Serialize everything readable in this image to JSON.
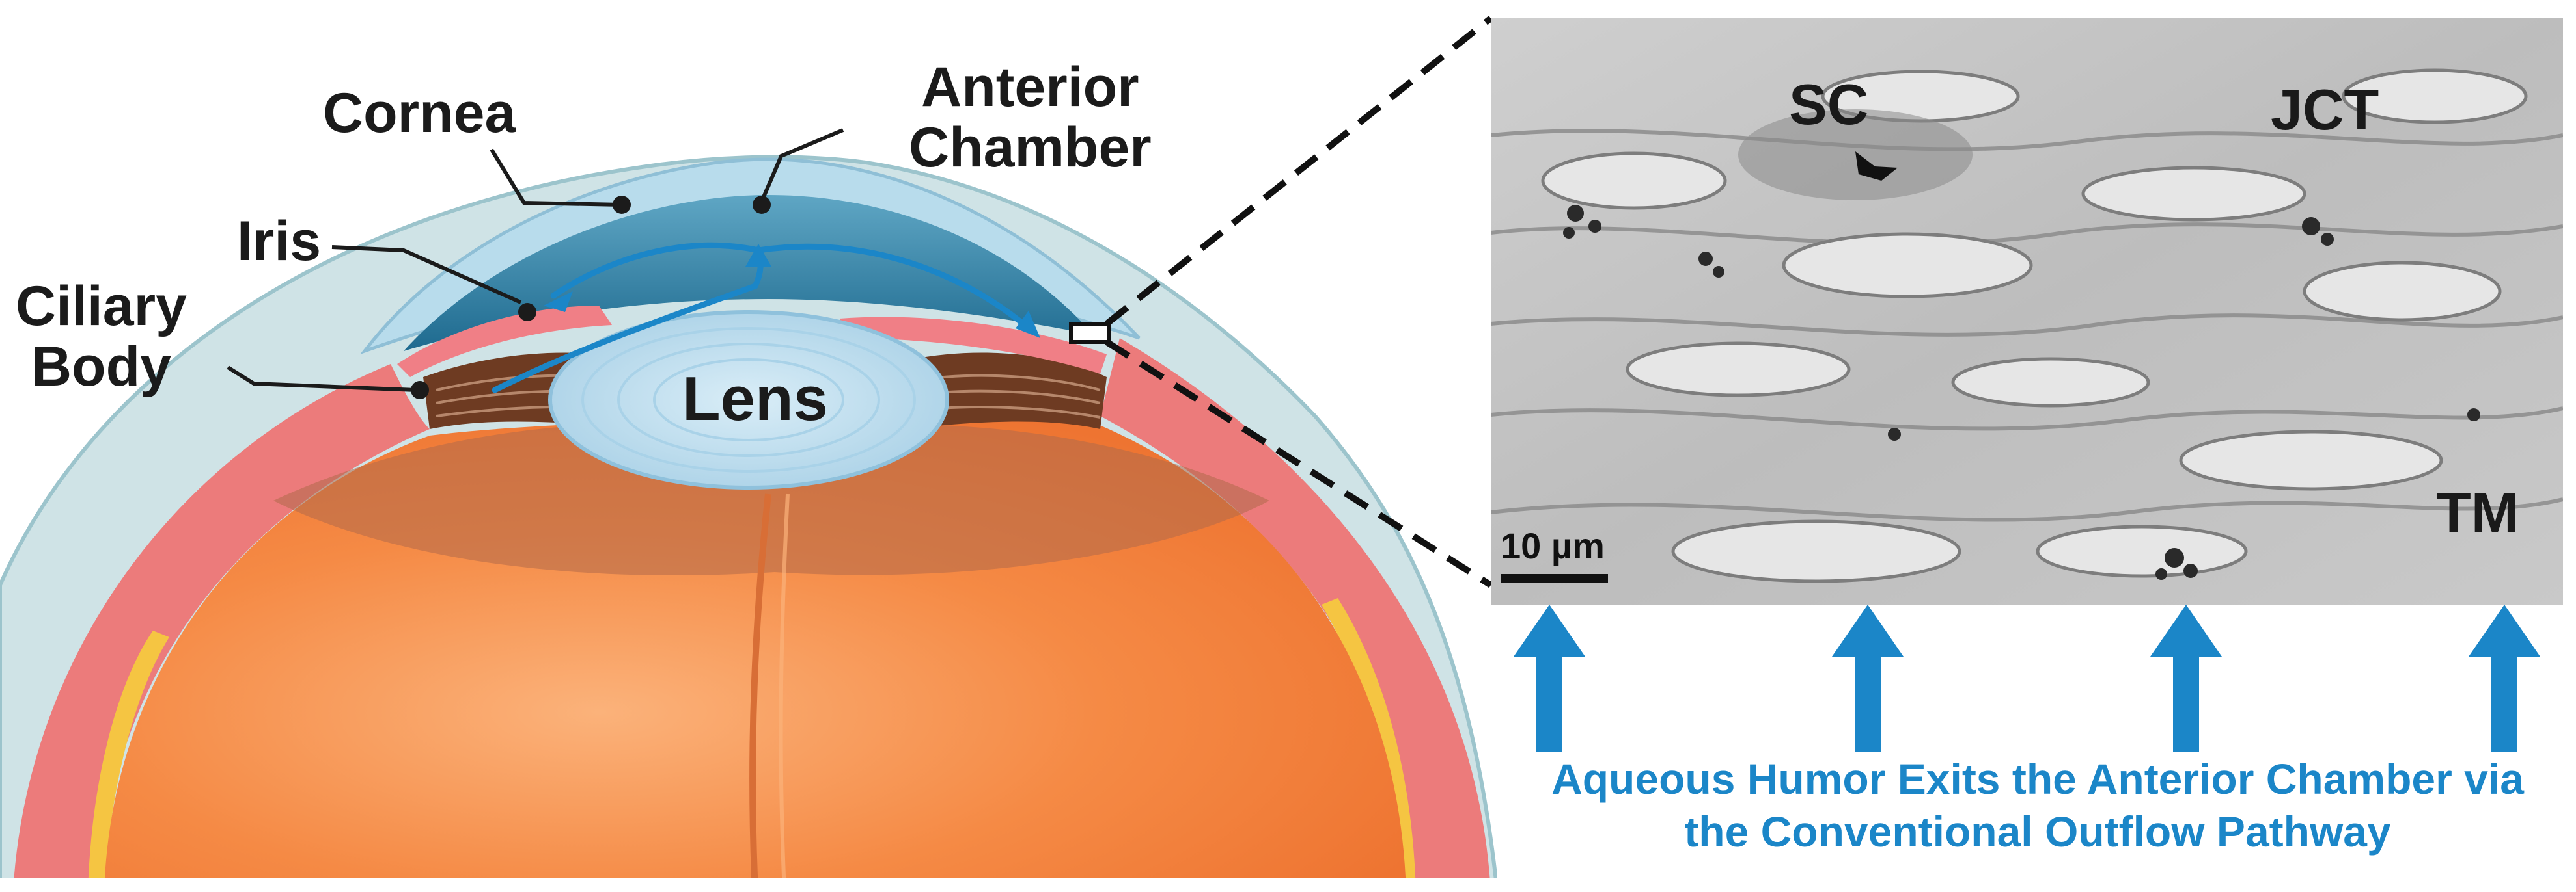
{
  "labels": {
    "cornea": "Cornea",
    "anterior_chamber": [
      "Anterior",
      "Chamber"
    ],
    "iris": "Iris",
    "ciliary_body": [
      "Ciliary",
      "Body"
    ],
    "lens": "Lens"
  },
  "micrograph": {
    "sc": "SC",
    "jct": "JCT",
    "tm": "TM",
    "scale_bar": "10 µm"
  },
  "caption": [
    "Aqueous Humor Exits the Anterior Chamber via",
    "the Conventional Outflow Pathway"
  ],
  "arrow_count": 4,
  "colors": {
    "outflow_blue": "#1b86c8",
    "sclera_shell": "#cfe3e6",
    "cornea": "#b8dcec",
    "anterior_chamber": "#2f7fa6",
    "ciliary_body": "#ec7b7b",
    "vitreous": "#f28a44",
    "lens": "#c9e3f2"
  }
}
